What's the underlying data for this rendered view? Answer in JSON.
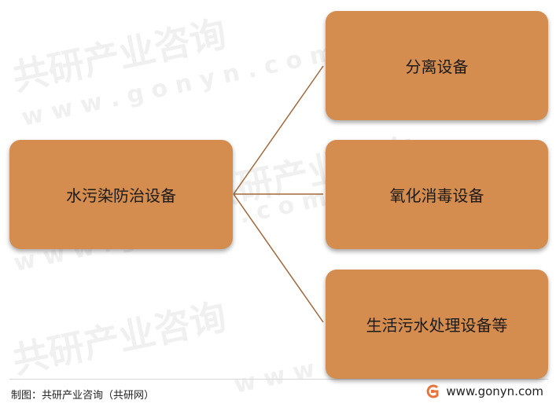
{
  "diagram": {
    "root": {
      "label": "水污染防治设备"
    },
    "children": [
      {
        "label": "分离设备"
      },
      {
        "label": "氧化消毒设备"
      },
      {
        "label": "生活污水处理设备等"
      }
    ]
  },
  "watermark": {
    "text_cn": "共研产业咨询",
    "text_url": "w w w . g o n y n . c o m"
  },
  "footer": {
    "source": "制图：共研产业咨询（共研网）",
    "website": "www.gonyn.com"
  },
  "colors": {
    "box_fill": "#d48d4f",
    "connector": "#a0683a",
    "logo": "#e8743b"
  }
}
